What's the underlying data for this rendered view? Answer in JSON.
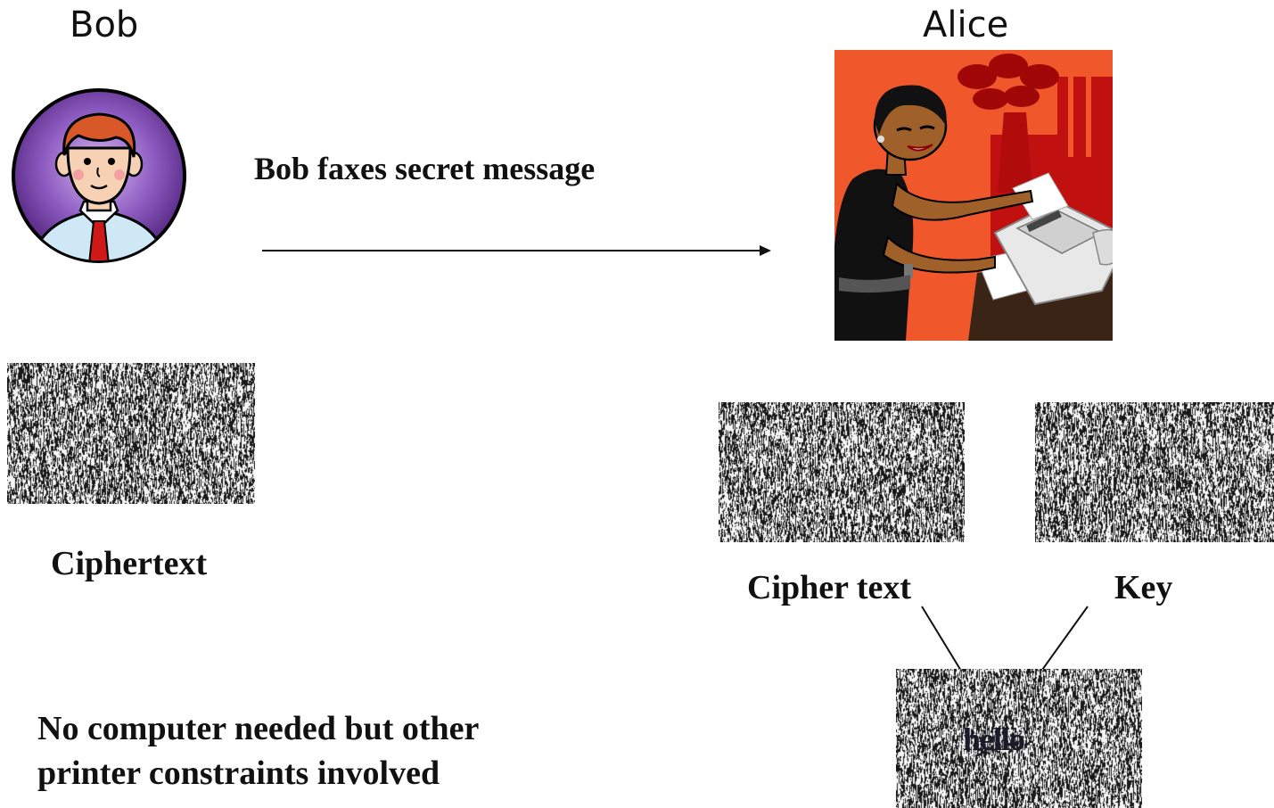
{
  "bob": {
    "name": "Bob"
  },
  "alice": {
    "name": "Alice"
  },
  "transmission": {
    "caption": "Bob faxes secret message"
  },
  "bob_side": {
    "ciphertext_label": "Ciphertext"
  },
  "alice_side": {
    "cipher_text_label": "Cipher text",
    "key_label": "Key",
    "decrypted_text": "hello"
  },
  "note": {
    "line1": "No computer needed but other",
    "line2": "printer constraints involved"
  },
  "colors": {
    "avatar_ring": "#5a2a86",
    "avatar_center": "#b58ad8",
    "alice_bg": "#f0582c",
    "alice_dark_red": "#c01010",
    "tie": "#d01818",
    "shirt": "#cfe8f5"
  }
}
